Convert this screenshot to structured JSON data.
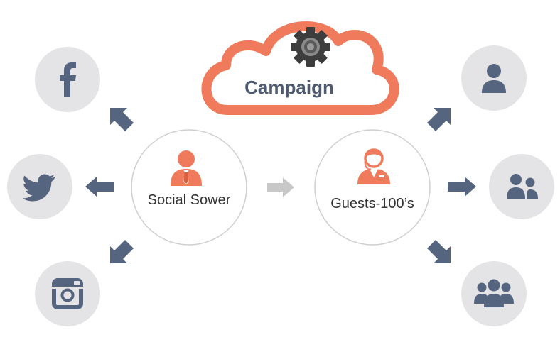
{
  "cloud": {
    "label": "Campaign",
    "icon": "gear-icon"
  },
  "hubs": {
    "sower": {
      "label": "Social Sower",
      "icon": "businessman-icon"
    },
    "guests": {
      "label": "Guests-100’s",
      "icon": "receptionist-icon"
    }
  },
  "channels": [
    {
      "name": "facebook",
      "icon": "facebook-icon"
    },
    {
      "name": "twitter",
      "icon": "twitter-icon"
    },
    {
      "name": "instagram",
      "icon": "instagram-icon"
    }
  ],
  "audiences": [
    {
      "name": "single-user",
      "icon": "user-icon"
    },
    {
      "name": "pair",
      "icon": "users-pair-icon"
    },
    {
      "name": "group",
      "icon": "users-group-icon"
    }
  ],
  "colors": {
    "accent": "#F07A5C",
    "arrow": "#56657F",
    "connector": "#C8C8C8",
    "icon_bg": "#E4E4E6",
    "text": "#333333",
    "cloud_text": "#4E5A70"
  }
}
